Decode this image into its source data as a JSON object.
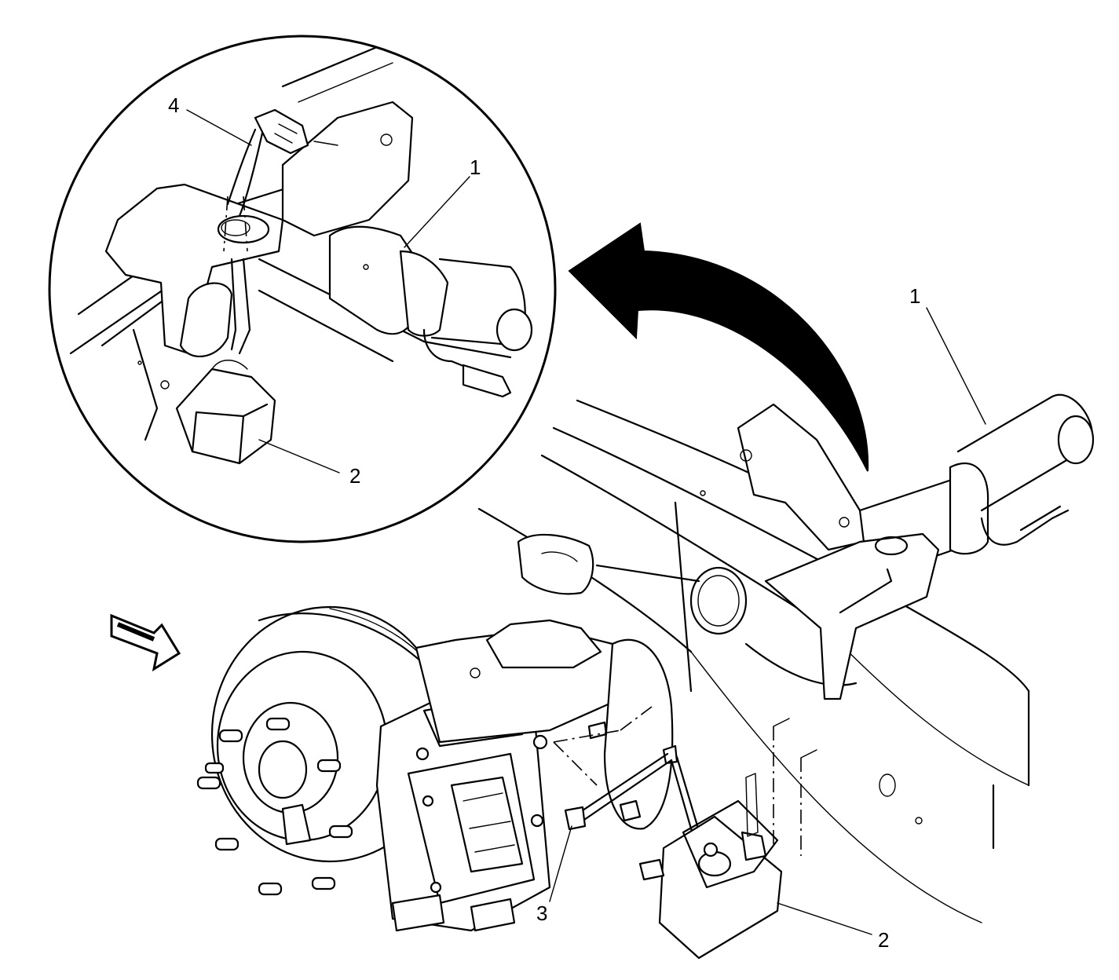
{
  "callouts": {
    "inset_1": "1",
    "inset_2": "2",
    "inset_4": "4",
    "main_1": "1",
    "main_2": "2",
    "main_3": "3"
  },
  "colors": {
    "ink": "#000000",
    "paper": "#ffffff"
  }
}
